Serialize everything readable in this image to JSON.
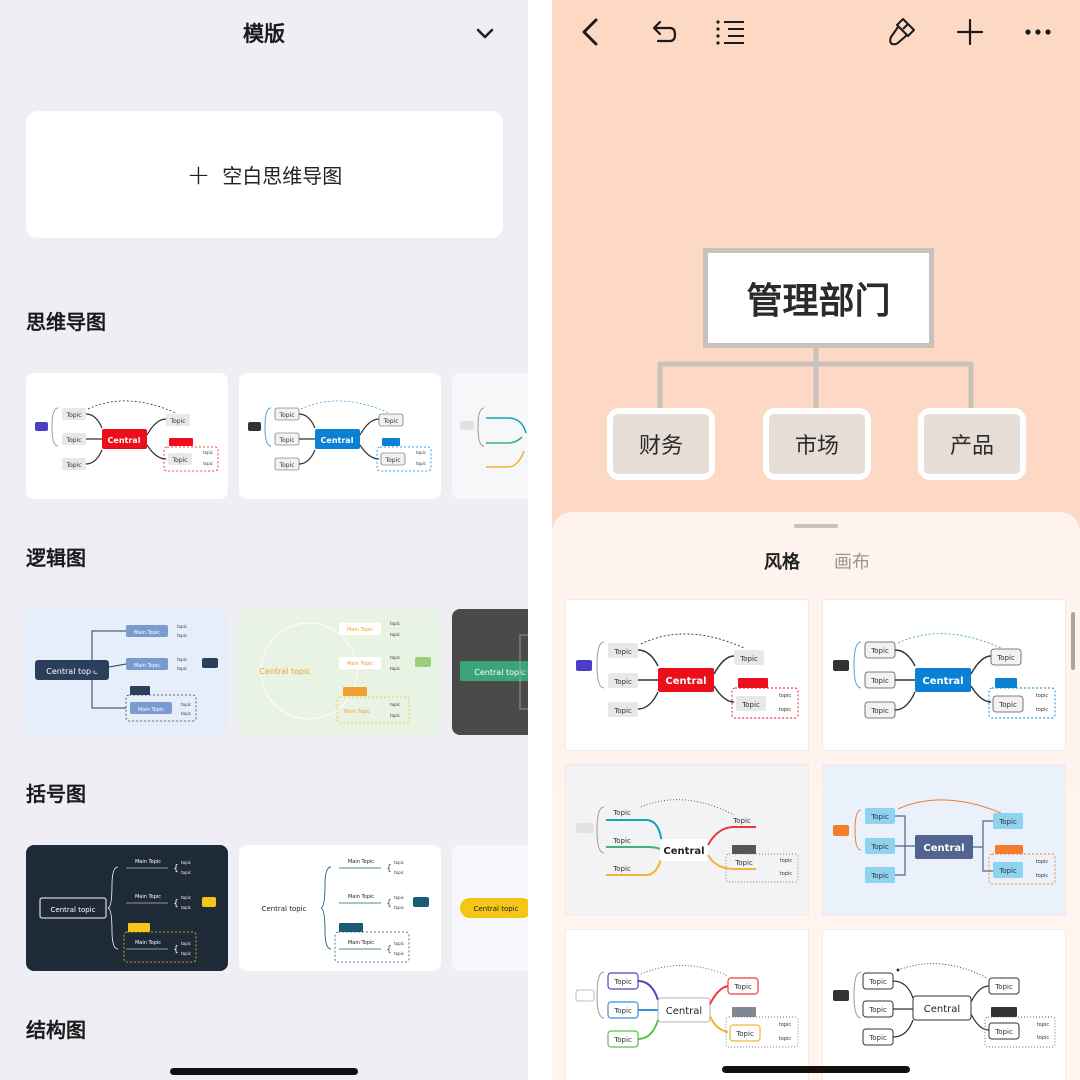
{
  "left": {
    "title": "模版",
    "blank_map": {
      "plus": "+",
      "label": "空白思维导图"
    },
    "sections": [
      {
        "title": "思维导图"
      },
      {
        "title": "逻辑图"
      },
      {
        "title": "括号图"
      },
      {
        "title": "结构图"
      }
    ],
    "thumbs": {
      "mind1": {
        "central": "Central",
        "topic": "Topic",
        "sub": "topic"
      },
      "mind2": {
        "central": "Central",
        "topic": "Topic",
        "sub": "topic"
      },
      "logic1": {
        "central": "Central topic",
        "main": "Main Topic",
        "sub": "topic"
      },
      "logic2": {
        "central": "Central topic",
        "main": "Main Topic",
        "sub": "topic"
      },
      "logic3": {
        "central": "Central topic"
      },
      "bracket1": {
        "central": "Central topic",
        "main": "Main Topic",
        "sub": "topic"
      },
      "bracket2": {
        "central": "Central topic",
        "main": "Main Topic",
        "sub": "topic"
      },
      "bracket3": {
        "central": "Central topic"
      }
    }
  },
  "right": {
    "org": {
      "root": "管理部门",
      "children": [
        "财务",
        "市场",
        "产品"
      ]
    },
    "sheet": {
      "tabs": [
        {
          "label": "风格",
          "active": true
        },
        {
          "label": "画布",
          "active": false
        }
      ],
      "styles": [
        {
          "central": "Central",
          "topic": "Topic",
          "sub": "topic",
          "accent": "#ec0e1b"
        },
        {
          "central": "Central",
          "topic": "Topic",
          "sub": "topic",
          "accent": "#0b81d6"
        },
        {
          "central": "Central",
          "topic": "Topic",
          "sub": "topic",
          "accent": "#555555"
        },
        {
          "central": "Central",
          "topic": "Topic",
          "sub": "topic",
          "accent": "#51648e"
        },
        {
          "central": "Central",
          "topic": "Topic",
          "sub": "topic",
          "accent": "#7f8795"
        },
        {
          "central": "Central",
          "topic": "Topic",
          "sub": "topic",
          "accent": "#333333"
        }
      ]
    }
  },
  "icons": {
    "back": "chevron-left-icon",
    "undo": "undo-icon",
    "outline": "outline-list-icon",
    "brush": "brush-icon",
    "add": "plus-icon",
    "more": "more-icon",
    "dropdown": "chevron-down-icon"
  }
}
